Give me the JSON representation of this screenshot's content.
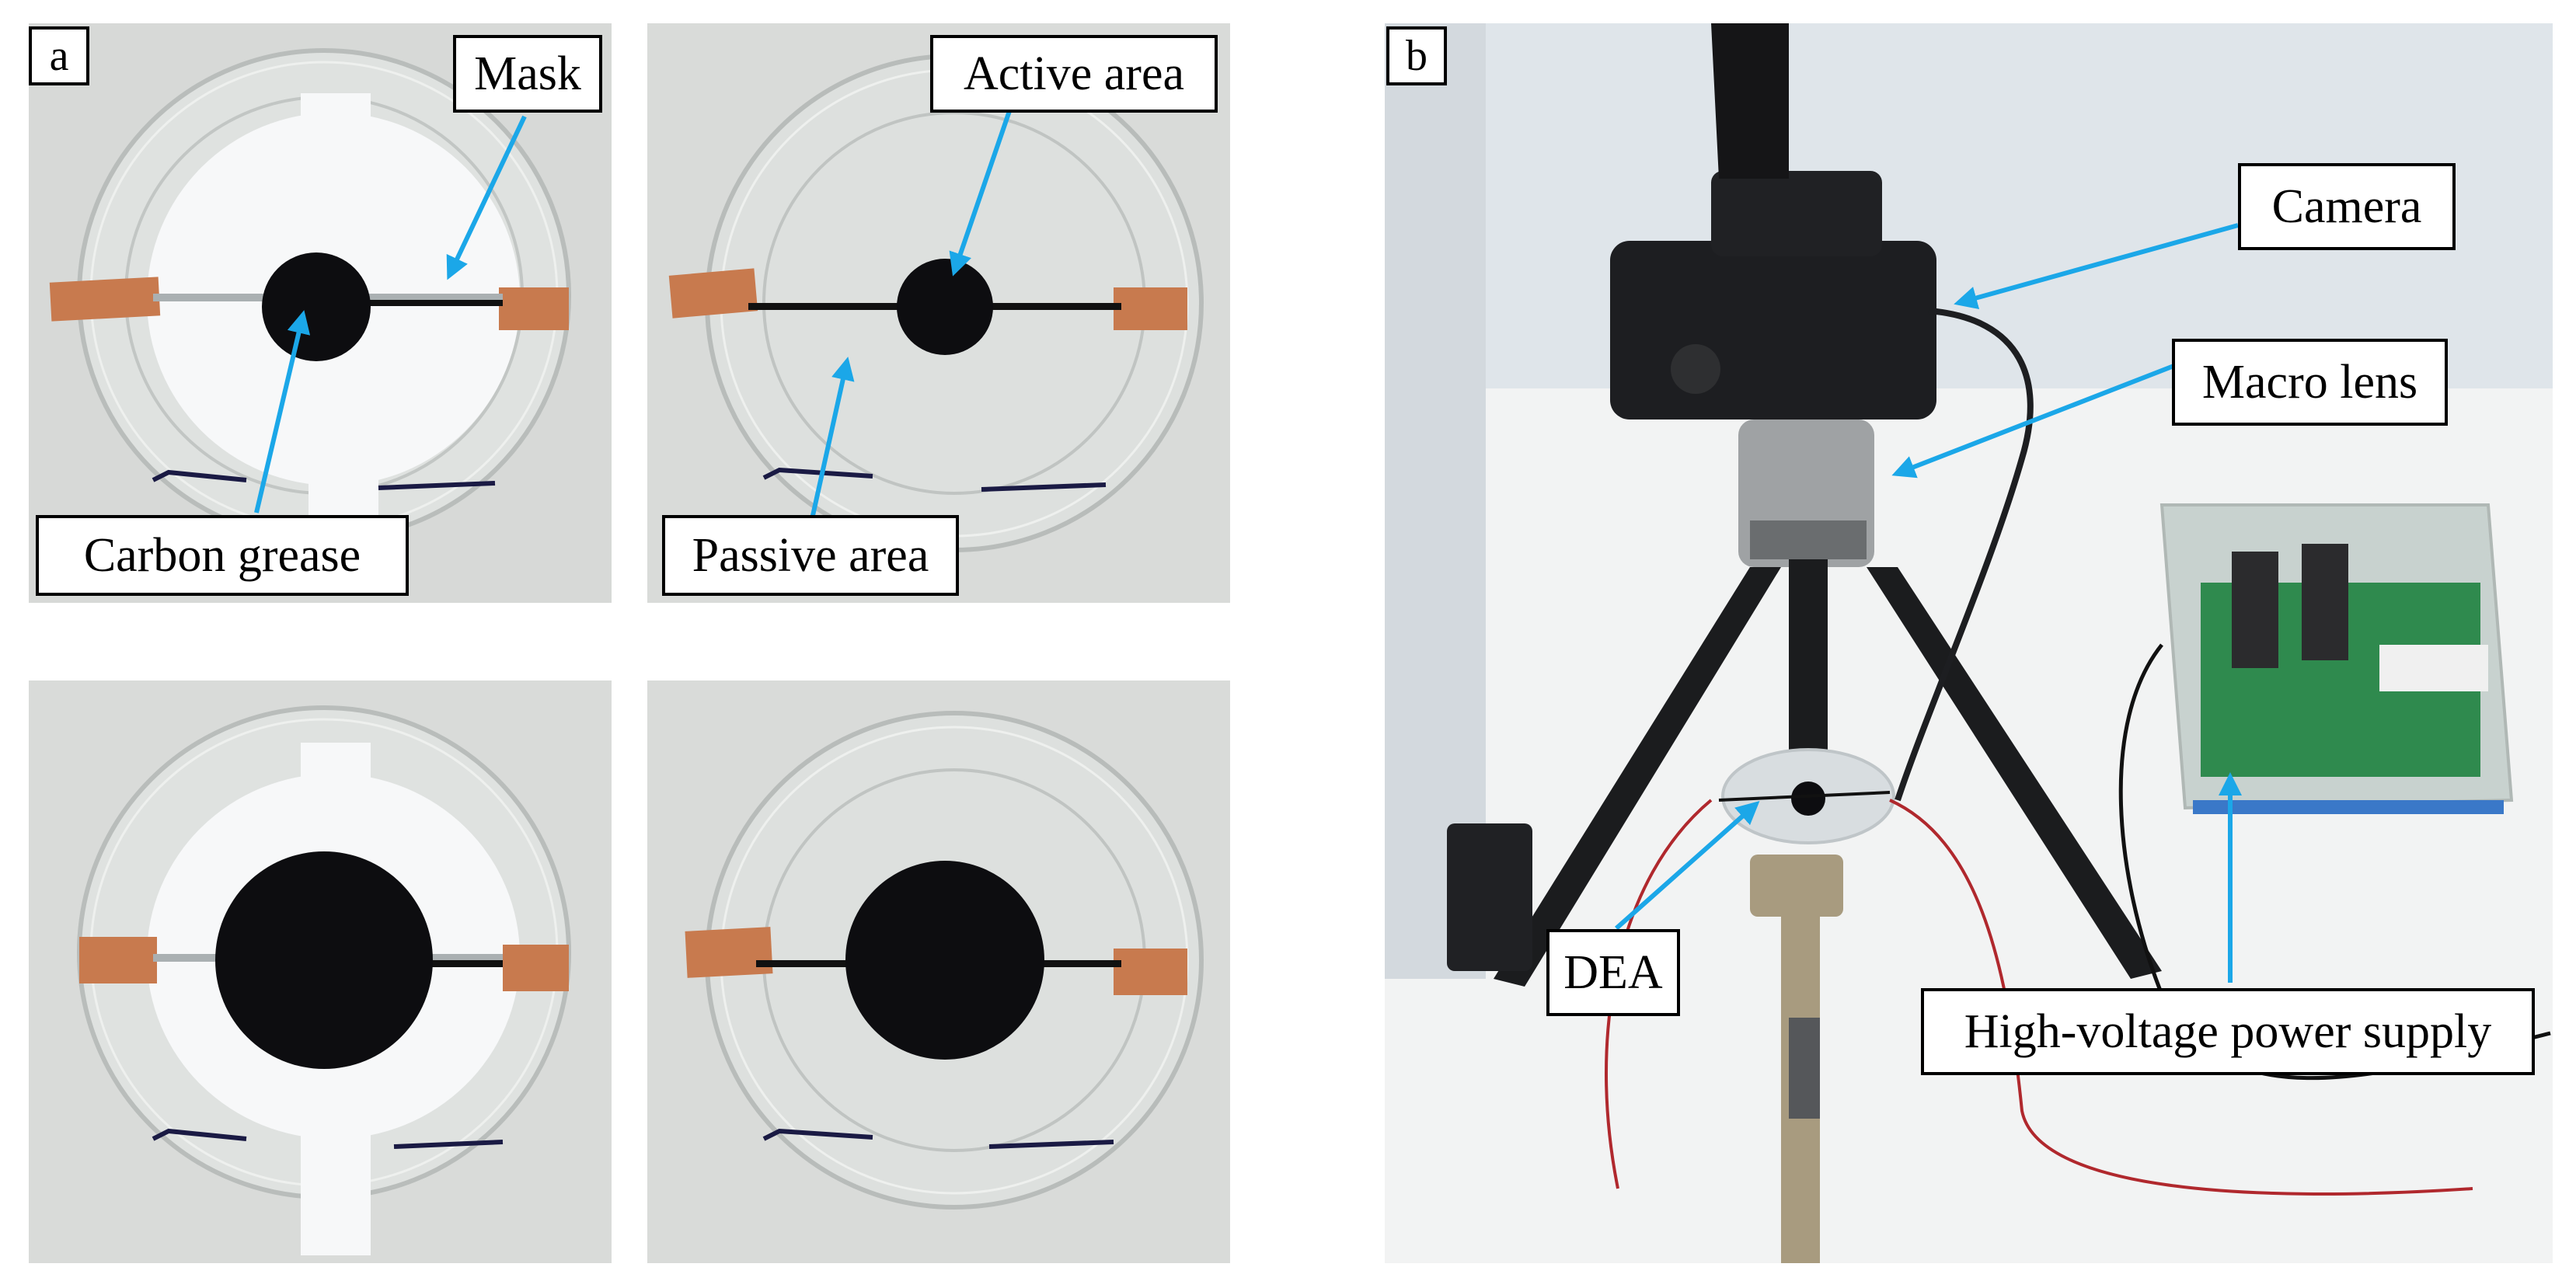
{
  "panels": {
    "a": {
      "letter": "a",
      "labels": {
        "mask": "Mask",
        "active_area": "Active area",
        "carbon_grease": "Carbon grease",
        "passive_area": "Passive area"
      }
    },
    "b": {
      "letter": "b",
      "labels": {
        "camera": "Camera",
        "macro_lens": "Macro lens",
        "dea": "DEA",
        "power_supply": "High-voltage power supply"
      }
    }
  },
  "colors": {
    "arrow": "#1ba7e8",
    "background_photo": "#d9dbd9",
    "copper": "#c87a4e",
    "carbon": "#0d0d10",
    "mask_paper": "#f7f8f9"
  }
}
